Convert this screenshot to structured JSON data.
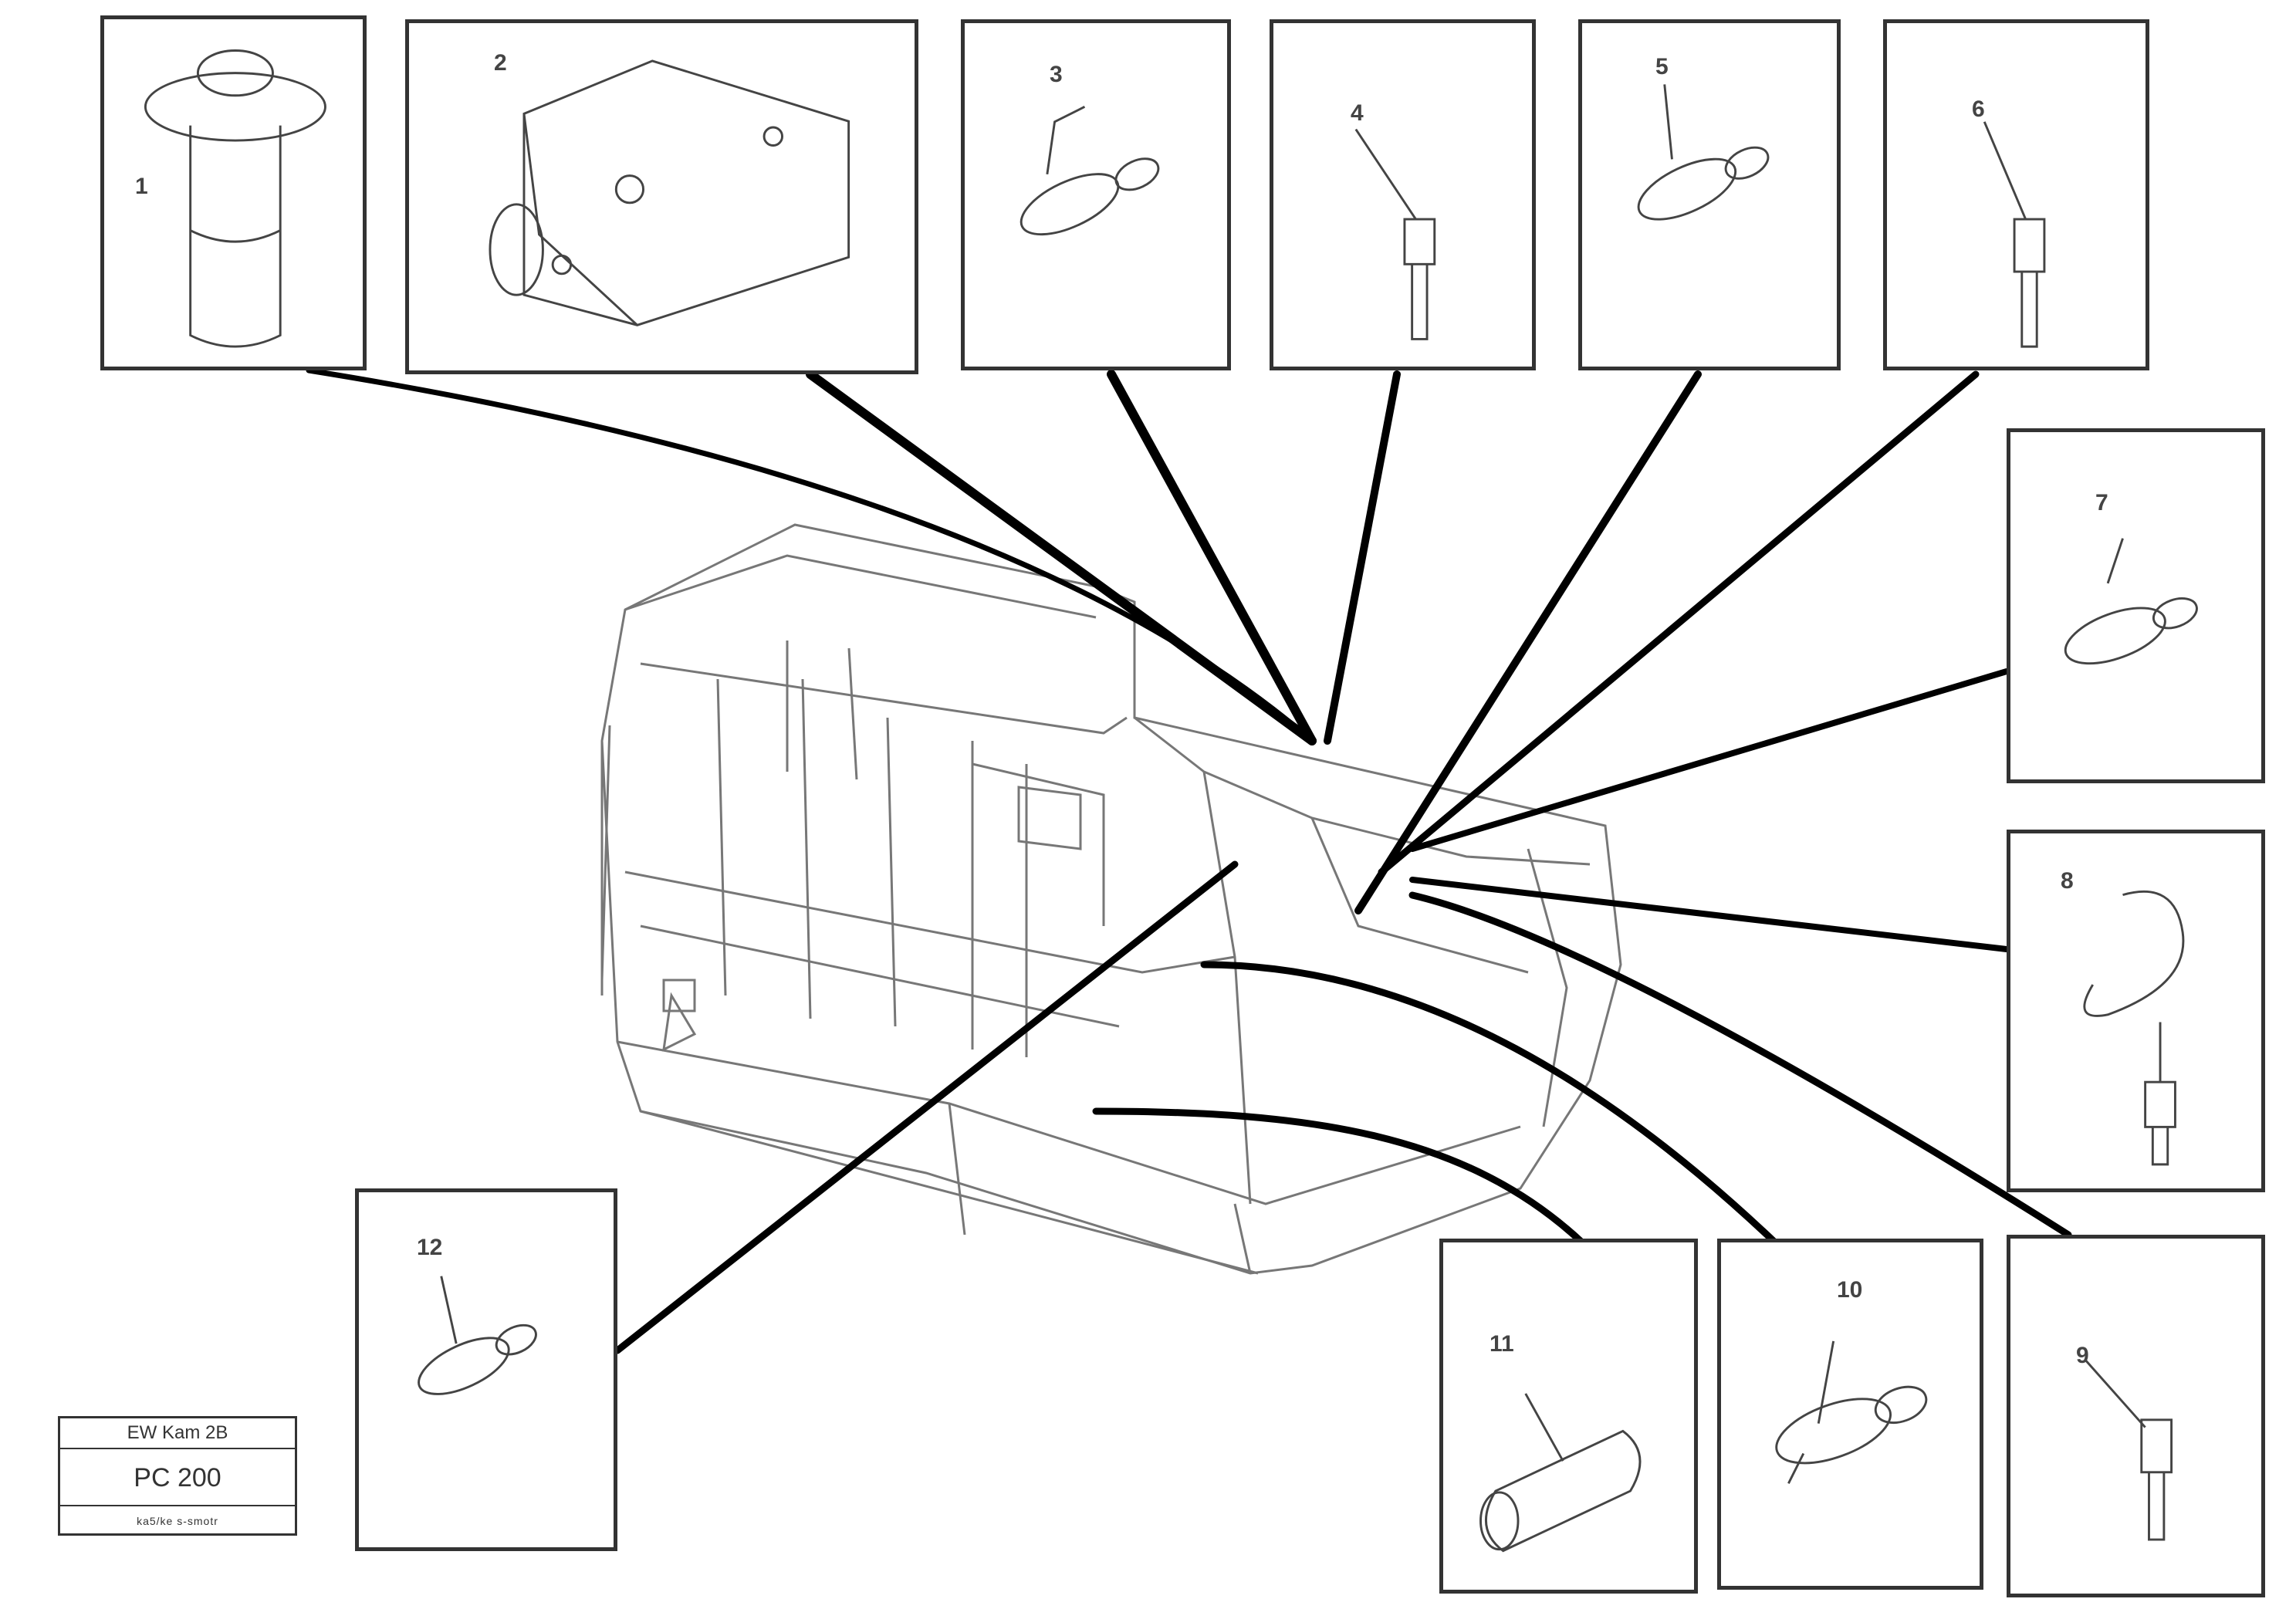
{
  "callouts": [
    {
      "id": "callout-1",
      "label": "1"
    },
    {
      "id": "callout-2",
      "label": "2"
    },
    {
      "id": "callout-3",
      "label": "3"
    },
    {
      "id": "callout-4",
      "label": "4"
    },
    {
      "id": "callout-5",
      "label": "5"
    },
    {
      "id": "callout-6",
      "label": "6"
    },
    {
      "id": "callout-7",
      "label": "7"
    },
    {
      "id": "callout-8",
      "label": "8"
    },
    {
      "id": "callout-9",
      "label": "9"
    },
    {
      "id": "callout-10",
      "label": "10"
    },
    {
      "id": "callout-11",
      "label": "11"
    },
    {
      "id": "callout-12",
      "label": "12"
    }
  ],
  "stamp": {
    "ref": "EW Kam 2B",
    "code": "PC 200",
    "fine": "ka5/ke s-smotr"
  },
  "colors": {
    "ink": "#333333",
    "background": "#ffffff"
  }
}
